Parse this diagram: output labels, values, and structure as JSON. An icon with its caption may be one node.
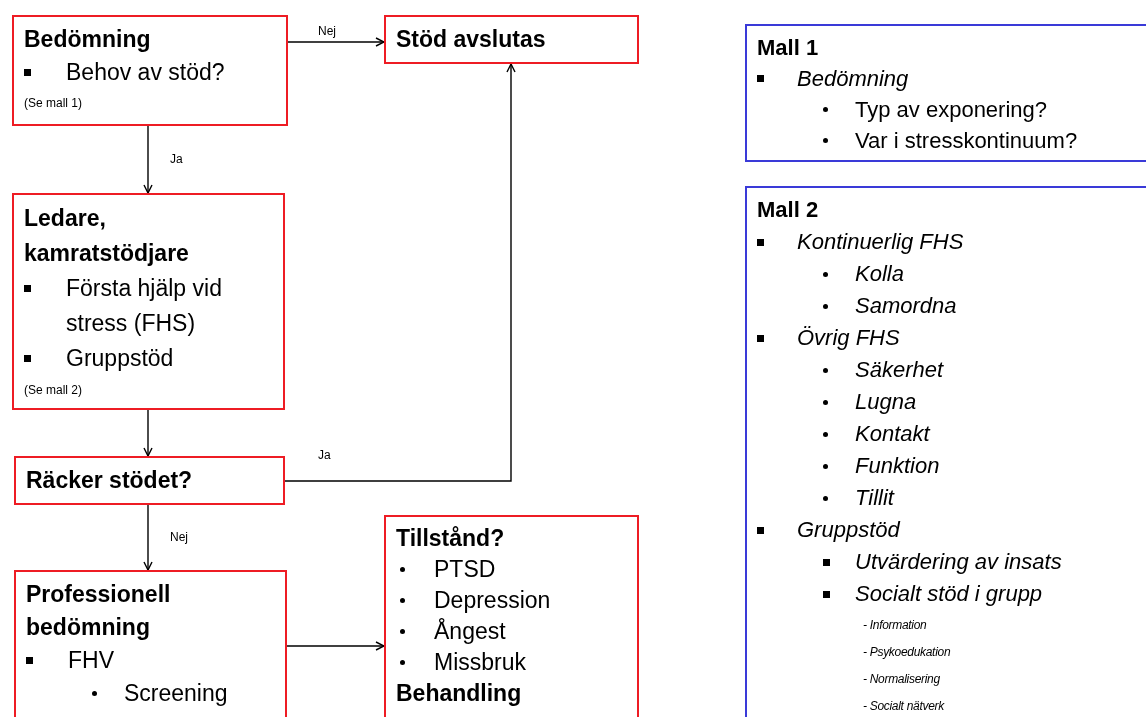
{
  "diagram": {
    "nodes": [
      {
        "text": [
          "Bedömning",
          "Behov av stöd?",
          "(Se mall 1)"
        ]
      },
      {
        "text": [
          "Stöd avslutas"
        ]
      },
      {
        "text": [
          "Ledare, kamratstödjare",
          "Första hjälp vid stress (FHS)",
          "Gruppstöd",
          "(Se mall 2)"
        ]
      },
      {
        "text": [
          "Räcker stödet?"
        ]
      },
      {
        "text": [
          "Professionell bedömning",
          "FHV",
          "Screening"
        ]
      },
      {
        "text": [
          "Tillstånd?",
          "PTSD",
          "Depression",
          "Ångest",
          "Missbruk",
          "Behandling"
        ]
      },
      {
        "text": [
          "Mall 1",
          "Bedömning",
          "Typ av exponering?",
          "Var i stresskontinuum?"
        ]
      },
      {
        "text": [
          "Mall 2",
          "Kontinuerlig FHS",
          "Kolla",
          "Samordna",
          "Övrig FHS",
          "Säkerhet",
          "Lugna",
          "Kontakt",
          "Funktion",
          "Tillit",
          "Gruppstöd",
          "Utvärdering av insats",
          "Socialt stöd i grupp",
          "- Information",
          "- Psykoedukation",
          "- Normalisering",
          "- Socialt nätverk"
        ]
      }
    ],
    "edges": [
      {
        "from": 0,
        "to": 1,
        "arrow": "to",
        "label": "Nej"
      },
      {
        "from": 0,
        "to": 2,
        "arrow": "to",
        "label": "Ja"
      },
      {
        "from": 2,
        "to": 3,
        "arrow": "to"
      },
      {
        "from": 3,
        "to": 1,
        "arrow": "to",
        "label": "Ja"
      },
      {
        "from": 3,
        "to": 4,
        "arrow": "to",
        "label": "Nej"
      },
      {
        "from": 4,
        "to": 5,
        "arrow": "to"
      }
    ]
  }
}
